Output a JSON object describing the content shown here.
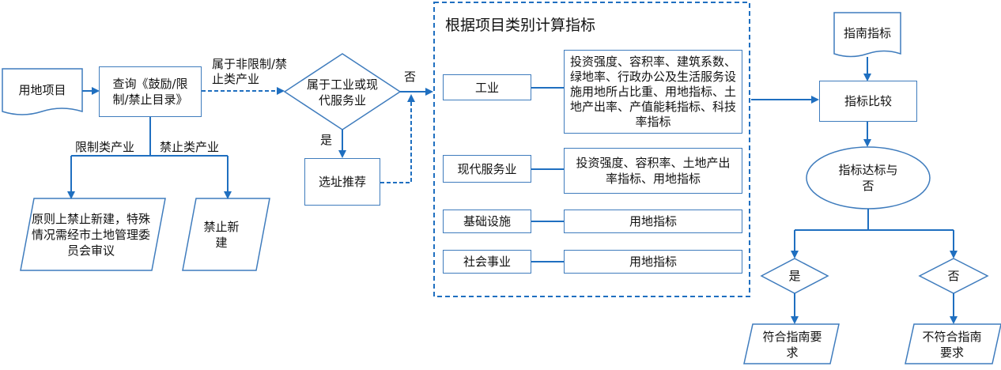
{
  "nodes": {
    "land_project": "用地项目",
    "query_catalog": "查询《鼓励/限制/禁止目录》",
    "decision_industry": "属于工业或现代服务业",
    "site_recommend": "选址推荐",
    "restricted_outcome": "原则上禁止新建，特殊情况需经市土地管理委员会审议",
    "prohibited_outcome": "禁止新建",
    "guide_indicators": "指南指标",
    "indicator_compare": "指标比较",
    "indicator_met": "指标达标与否",
    "yes_diamond": "是",
    "no_diamond": "否",
    "meets_guide": "符合指南要求",
    "not_meets_guide": "不符合指南要求"
  },
  "edge_labels": {
    "non_restricted": "属于非限制/禁止类产业",
    "restricted": "限制类产业",
    "prohibited": "禁止类产业",
    "yes": "是",
    "no": "否"
  },
  "group": {
    "title": "根据项目类别计算指标",
    "categories": [
      {
        "name": "工业",
        "indicators": "投资强度、容积率、建筑系数、绿地率、行政办公及生活服务设施用地所占比重、用地指标、土地产出率、产值能耗指标、科技率指标"
      },
      {
        "name": "现代服务业",
        "indicators": "投资强度、容积率、土地产出率指标、用地指标"
      },
      {
        "name": "基础设施",
        "indicators": "用地指标"
      },
      {
        "name": "社会事业",
        "indicators": "用地指标"
      }
    ]
  },
  "colors": {
    "stroke": "#3f7cbd",
    "arrow": "#1f6fc0",
    "dashed": "#1f6fc0"
  }
}
